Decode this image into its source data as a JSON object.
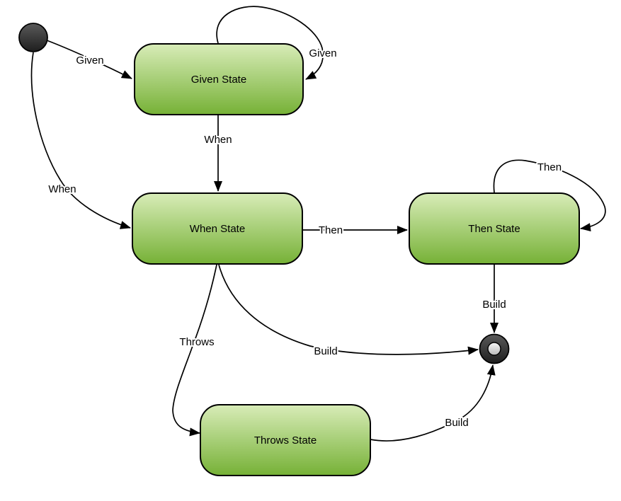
{
  "diagram": {
    "type": "state-machine",
    "background": "#ffffff",
    "initial_state": {
      "name": "initial"
    },
    "final_state": {
      "name": "final"
    },
    "states": [
      {
        "id": "given-state",
        "label": "Given State"
      },
      {
        "id": "when-state",
        "label": "When State"
      },
      {
        "id": "then-state",
        "label": "Then State"
      },
      {
        "id": "throws-state",
        "label": "Throws State"
      }
    ],
    "transitions": [
      {
        "from": "initial",
        "to": "given-state",
        "label": "Given"
      },
      {
        "from": "given-state",
        "to": "given-state",
        "label": "Given"
      },
      {
        "from": "given-state",
        "to": "when-state",
        "label": "When"
      },
      {
        "from": "initial",
        "to": "when-state",
        "label": "When"
      },
      {
        "from": "when-state",
        "to": "then-state",
        "label": "Then"
      },
      {
        "from": "then-state",
        "to": "then-state",
        "label": "Then"
      },
      {
        "from": "then-state",
        "to": "final",
        "label": "Build"
      },
      {
        "from": "when-state",
        "to": "final",
        "label": "Build"
      },
      {
        "from": "when-state",
        "to": "throws-state",
        "label": "Throws"
      },
      {
        "from": "throws-state",
        "to": "final",
        "label": "Build"
      }
    ],
    "colors": {
      "state_gradient_top": "#d8ecb8",
      "state_gradient_bottom": "#76b136",
      "state_border": "#000000",
      "edge": "#000000",
      "label_text": "#000000",
      "initial_gradient_top": "#5a5a5a",
      "initial_gradient_bottom": "#1e1e1e",
      "final_ring_top": "#5a5a5a",
      "final_ring_bottom": "#1e1e1e",
      "final_core_top": "#f7f7f7",
      "final_core_bottom": "#b9b9b9"
    }
  }
}
